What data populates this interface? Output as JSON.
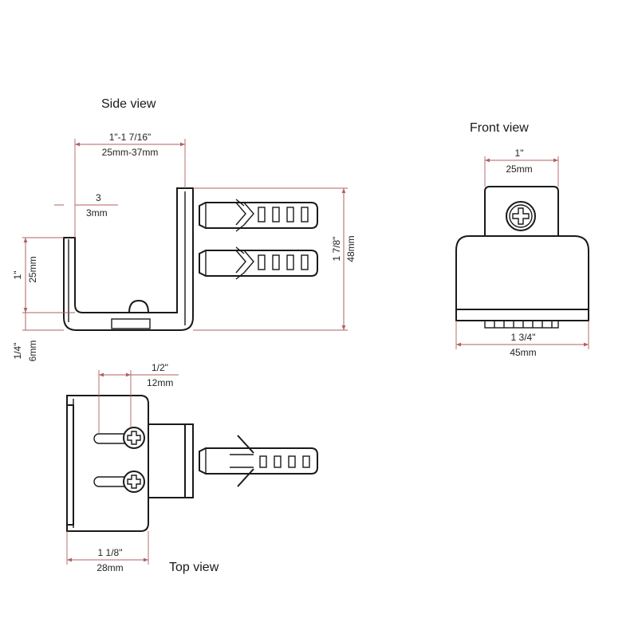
{
  "views": {
    "side": {
      "title": "Side view"
    },
    "front": {
      "title": "Front view"
    },
    "top": {
      "title": "Top view"
    }
  },
  "dimensions": {
    "side_width_in": "1\"-1 7/16\"",
    "side_width_mm": "25mm-37mm",
    "side_thick_in": "3",
    "side_thick_mm": "3mm",
    "side_height_in": "1\"",
    "side_height_mm": "25mm",
    "side_gap_in": "1/4\"",
    "side_gap_mm": "6mm",
    "side_total_in": "1 7/8\"",
    "side_total_mm": "48mm",
    "front_top_in": "1\"",
    "front_top_mm": "25mm",
    "front_bottom_in": "1 3/4\"",
    "front_bottom_mm": "45mm",
    "top_slot_in": "1/2\"",
    "top_slot_mm": "12mm",
    "top_width_in": "1 1/8\"",
    "top_width_mm": "28mm"
  }
}
